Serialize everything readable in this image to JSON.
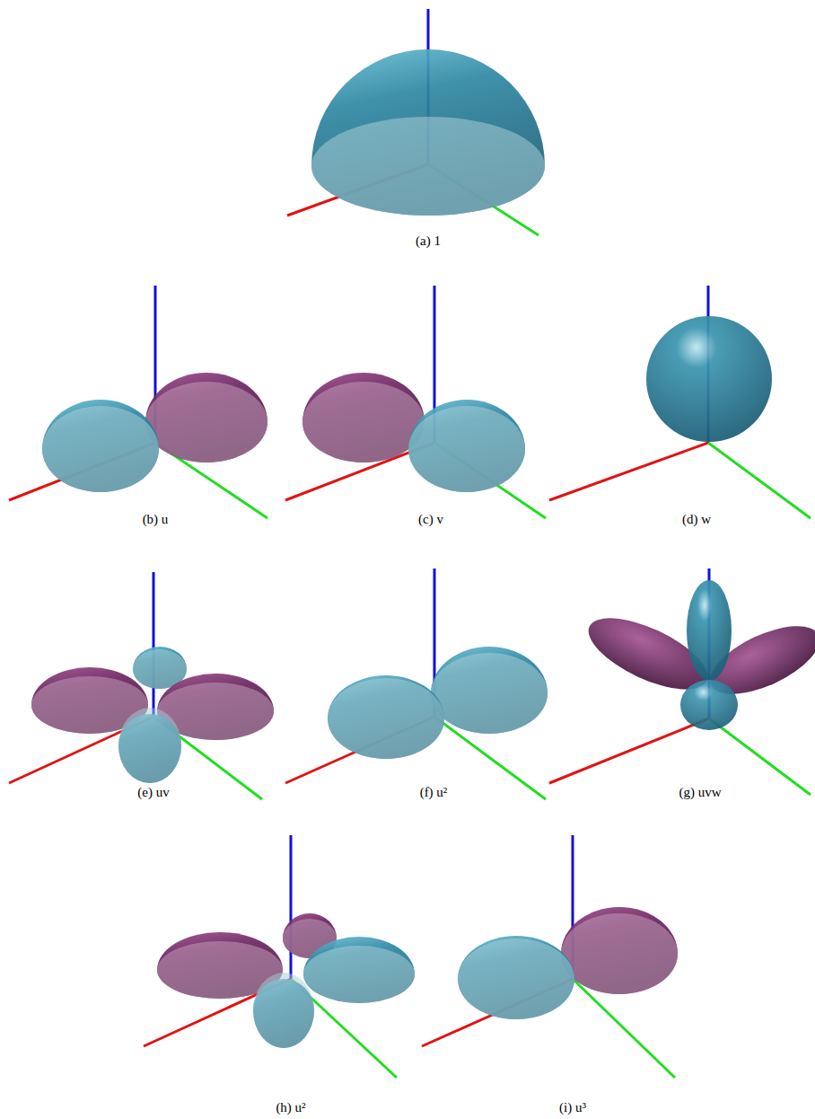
{
  "diagram": {
    "labels": [
      "(a) 1",
      "(b) u",
      "(c) v",
      "(d) w",
      "(e) uv",
      "(f) u²",
      "(g) uvw",
      "(h) u²",
      "(i) u³"
    ]
  }
}
